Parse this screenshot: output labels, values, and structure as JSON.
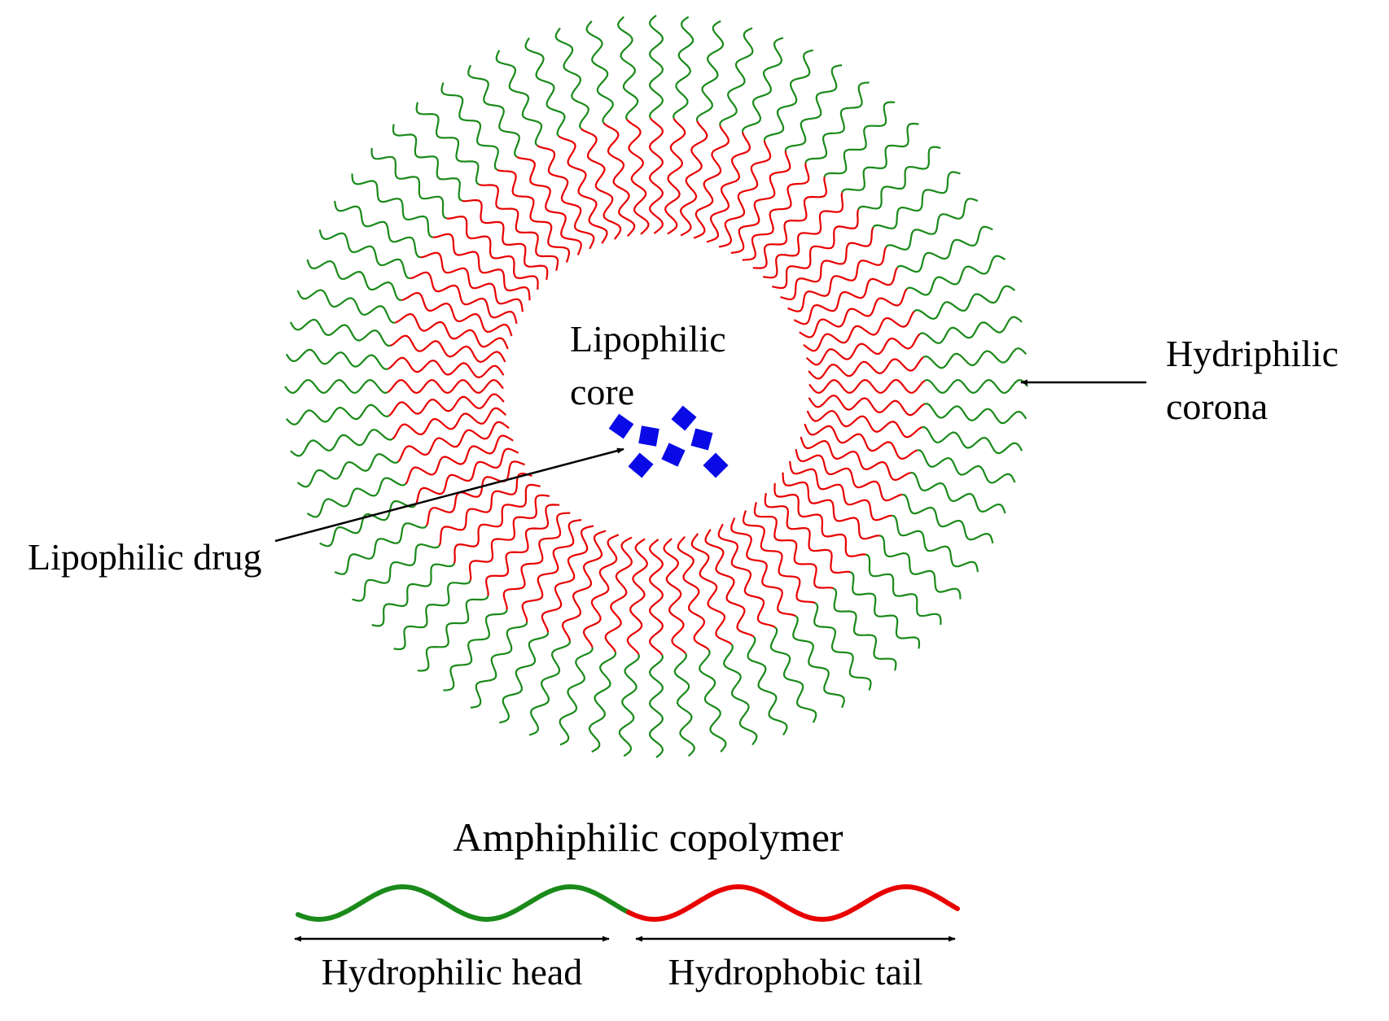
{
  "colors": {
    "hydrophilic": "#1a8a1a",
    "hydrophobic": "#e80000",
    "drug": "#0a0ae6",
    "arrow": "#000000",
    "background": "#ffffff"
  },
  "micelle": {
    "strand_count": 72,
    "core_label_line1": "Lipophilic",
    "core_label_line2": "core",
    "corona_label_line1": "Hydriphilic",
    "corona_label_line2": "corona",
    "drug_label": "Lipophilic drug",
    "drug_count": 7
  },
  "legend": {
    "title": "Amphiphilic copolymer",
    "head_label": "Hydrophilic head",
    "tail_label": "Hydrophobic tail"
  }
}
